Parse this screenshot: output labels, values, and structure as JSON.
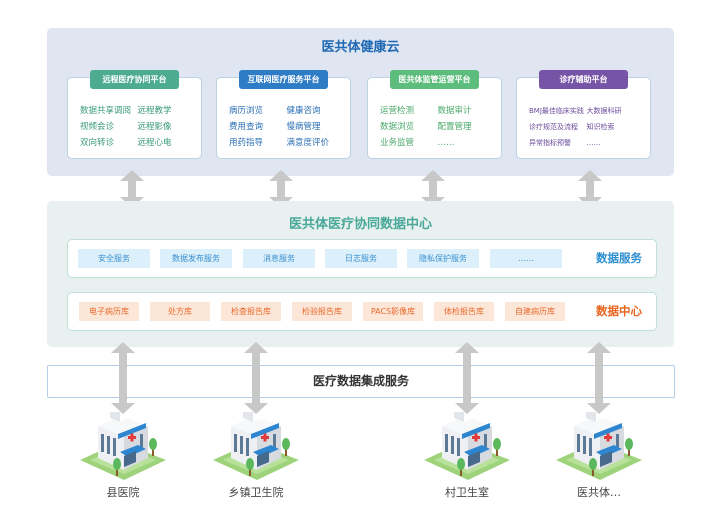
{
  "cloud": {
    "title": "医共体健康云",
    "bg_color": "#dfe6f2",
    "title_color": "#2069b4",
    "platforms": [
      {
        "title": "远程医疗协同平台",
        "header_color": "#4dab8f",
        "text_color": "#3a9a7a",
        "items": [
          "数据共享调阅",
          "远程教学",
          "视频会诊",
          "远程影像",
          "双向转诊",
          "远程心电"
        ]
      },
      {
        "title": "互联网医疗服务平台",
        "header_color": "#2f7cc6",
        "text_color": "#2a6fb5",
        "items": [
          "病历浏览",
          "健康咨询",
          "费用查询",
          "慢病管理",
          "用药指导",
          "满意度评价"
        ]
      },
      {
        "title": "医共体监管运营平台",
        "header_color": "#5cbd7c",
        "text_color": "#4aa86a",
        "items": [
          "运营检测",
          "数据审计",
          "数据浏览",
          "配置管理",
          "业务监管",
          "……"
        ]
      },
      {
        "title": "诊疗辅助平台",
        "header_color": "#7755a6",
        "text_color": "#6a4a9c",
        "items": [
          "BMJ最佳临床实践",
          "大数据科研",
          "诊疗规范及流程",
          "知识检索",
          "异常指标预警",
          "……"
        ]
      }
    ]
  },
  "data_center": {
    "title": "医共体医疗协同数据中心",
    "title_color": "#4aa89a",
    "services": {
      "label": "数据服务",
      "label_color": "#2e8fd0",
      "chip_bg": "#dcf0fb",
      "chip_color": "#3a8fcf",
      "items": [
        "安全服务",
        "数据发布服务",
        "消息服务",
        "日志服务",
        "隐私保护服务",
        "……"
      ]
    },
    "stores": {
      "label": "数据中心",
      "label_color": "#e8641e",
      "chip_bg": "#fce6d8",
      "chip_color": "#e86a2a",
      "items": [
        "电子病历库",
        "处方库",
        "检查报告库",
        "检验报告库",
        "PACS影像库",
        "体检报告库",
        "自建病历库"
      ]
    }
  },
  "integration": {
    "title": "医疗数据集成服务"
  },
  "facilities": [
    {
      "label": "县医院",
      "icon": "hospital-icon"
    },
    {
      "label": "乡镇卫生院",
      "icon": "hospital-icon"
    },
    {
      "label": "村卫生室",
      "icon": "hospital-icon"
    },
    {
      "label": "医共体…",
      "icon": "hospital-icon"
    }
  ],
  "connectors": {
    "color": "#c8c8c8",
    "type": "double-arrow"
  }
}
